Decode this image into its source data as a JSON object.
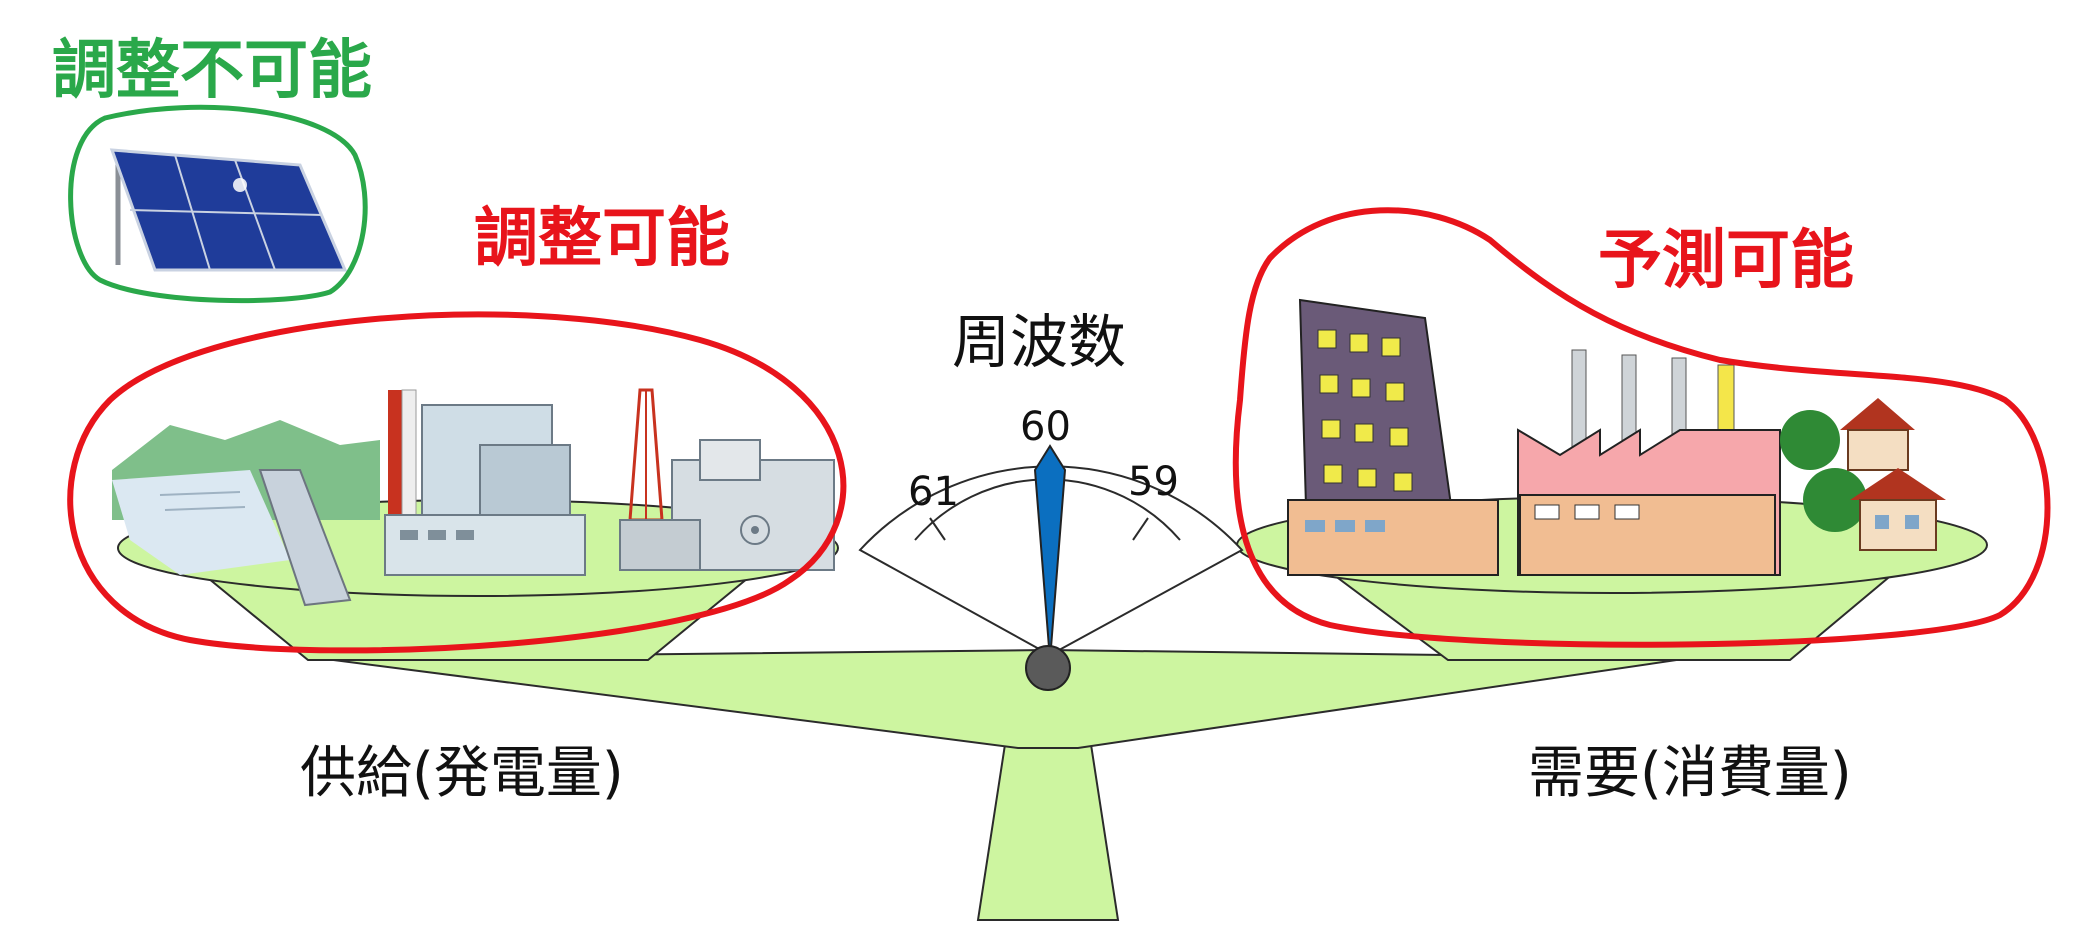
{
  "labels": {
    "not_adjustable": "調整不可能",
    "adjustable": "調整可能",
    "predictable": "予測可能",
    "frequency": "周波数",
    "supply": "供給(発電量)",
    "demand": "需要(消費量)"
  },
  "gauge": {
    "center_value": "60",
    "left_value": "61",
    "right_value": "59",
    "needle_value": 60
  },
  "colors": {
    "not_adjustable": "#2aa84a",
    "adjustable": "#e8141b",
    "predictable": "#e8141b",
    "pan_fill": "#cdf5a0",
    "needle": "#0b6fc0",
    "pivot": "#5a5a5a"
  },
  "icons": {
    "solar": "solar-panel-icon",
    "hydro": "hydro-dam-icon",
    "thermal": "thermal-power-plant-icon",
    "nuclear": "nuclear-power-plant-icon",
    "office": "office-building-icon",
    "factory": "factory-icon",
    "houses": "houses-icon"
  }
}
